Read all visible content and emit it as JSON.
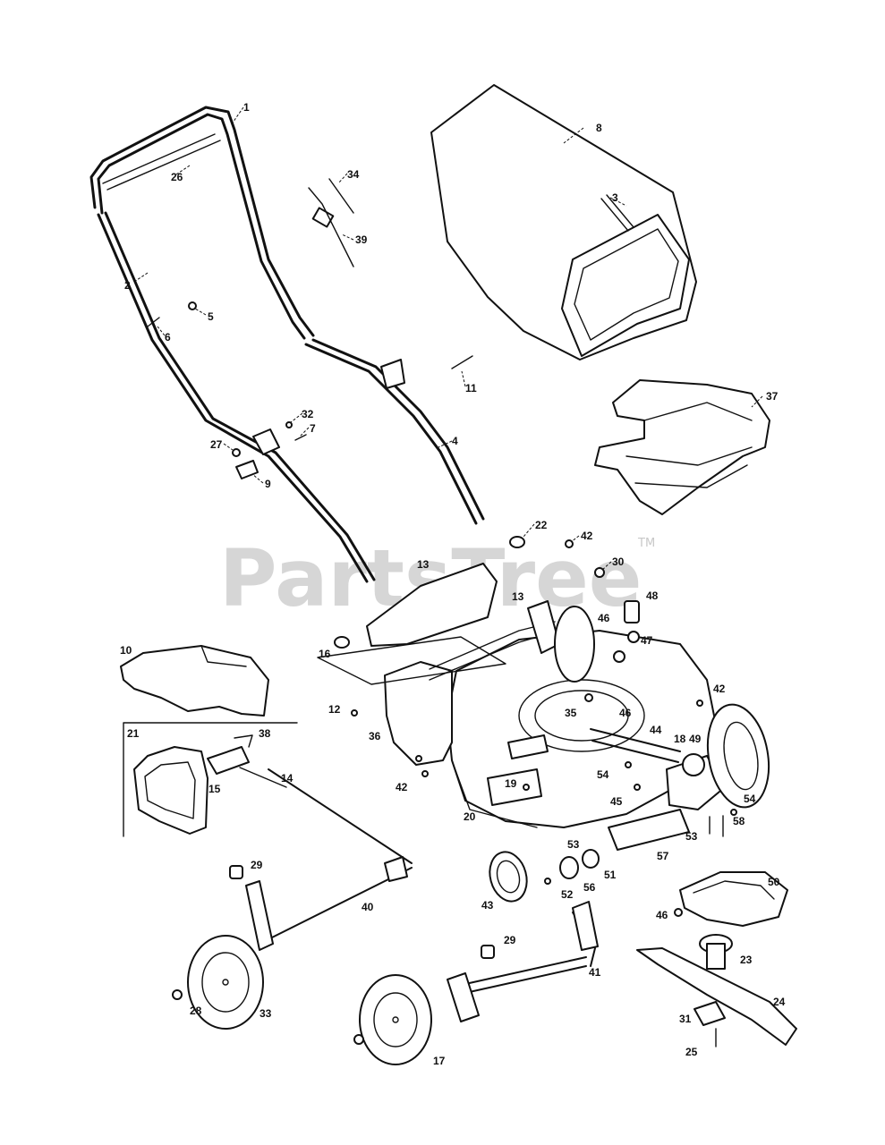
{
  "watermark": {
    "text": "PartsTree",
    "trademark": "TM"
  },
  "callouts": {
    "p1": "1",
    "p2": "2",
    "p3": "3",
    "p4": "4",
    "p5": "5",
    "p6": "6",
    "p7": "7",
    "p8": "8",
    "p9": "9",
    "p10": "10",
    "p11": "11",
    "p12": "12",
    "p13a": "13",
    "p13b": "13",
    "p14": "14",
    "p15": "15",
    "p16": "16",
    "p17": "17",
    "p18": "18",
    "p19": "19",
    "p20": "20",
    "p21": "21",
    "p22": "22",
    "p23": "23",
    "p24": "24",
    "p25": "25",
    "p26": "26",
    "p27": "27",
    "p28": "28",
    "p29a": "29",
    "p29b": "29",
    "p30": "30",
    "p31": "31",
    "p32": "32",
    "p33": "33",
    "p34": "34",
    "p35": "35",
    "p36": "36",
    "p37": "37",
    "p38": "38",
    "p39": "39",
    "p40": "40",
    "p41": "41",
    "p42a": "42",
    "p42b": "42",
    "p42c": "42",
    "p43": "43",
    "p44": "44",
    "p45": "45",
    "p46a": "46",
    "p46b": "46",
    "p46c": "46",
    "p47": "47",
    "p48": "48",
    "p49": "49",
    "p50": "50",
    "p51": "51",
    "p52": "52",
    "p53a": "53",
    "p53b": "53",
    "p54a": "54",
    "p54b": "54",
    "p56": "56",
    "p57": "57",
    "p58": "58"
  }
}
